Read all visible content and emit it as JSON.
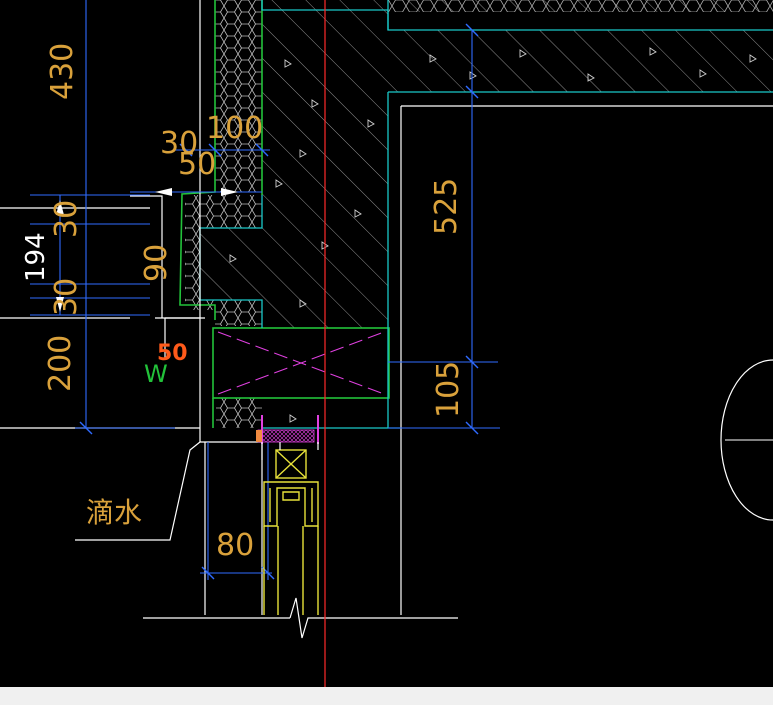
{
  "drawing": {
    "dimensions": {
      "d430": "430",
      "d30_top": "30",
      "d100": "100",
      "d50": "50",
      "d30_mid": "30",
      "d194": "194",
      "d90": "90",
      "d30_low": "30",
      "d200": "200",
      "d525": "525",
      "d105": "105",
      "d80": "80"
    },
    "labels": {
      "drip": "滴水",
      "w": "W",
      "red_50": "50"
    },
    "colors": {
      "background": "#000000",
      "dimension_text": "#d9a13b",
      "dim_line": "#2f6bff",
      "wall": "#ffffff",
      "cyan": "#19c8c8",
      "green": "#22c23a",
      "insulation": "#bfbfbf",
      "magenta": "#e040e0",
      "yellow": "#e8e23a",
      "red": "#ff2a2a",
      "orange_red": "#ff5a1a"
    }
  }
}
